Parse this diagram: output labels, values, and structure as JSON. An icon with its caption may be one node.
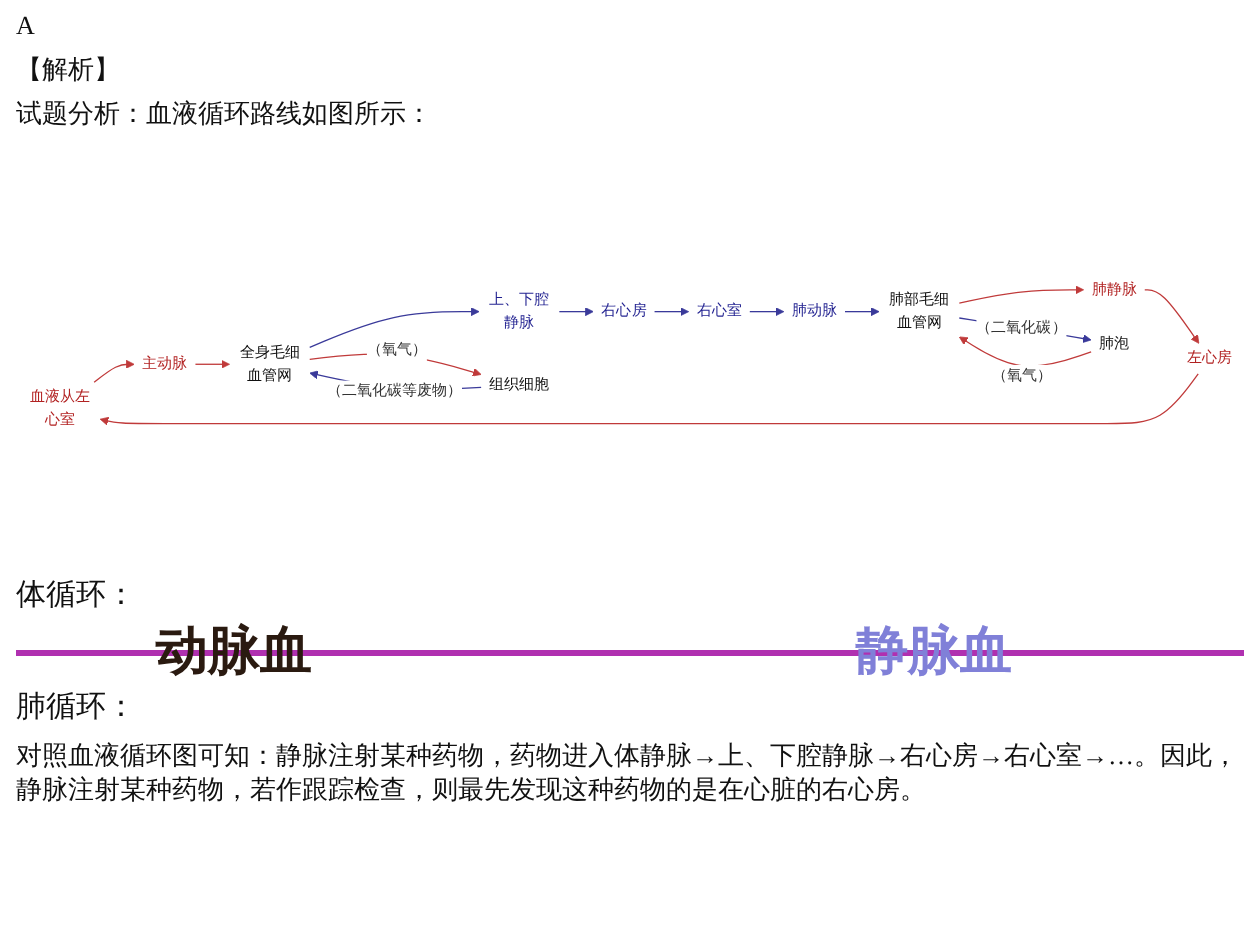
{
  "diagram": {
    "nodes": [
      {
        "text": [
          "组织细胞"
        ]
      },
      {
        "text": [
          "血液从左心室"
        ]
      },
      {
        "text": [
          "主动脉"
        ]
      },
      {
        "text": [
          "全身毛细血管网"
        ]
      },
      {
        "text": [
          "上、下腔静脉"
        ]
      },
      {
        "text": [
          "右心房"
        ]
      },
      {
        "text": [
          "左心房"
        ]
      },
      {
        "text": [
          "肺静脉"
        ]
      },
      {
        "text": [
          "肺部毛细血管网"
        ]
      },
      {
        "text": [
          "肺动脉"
        ]
      },
      {
        "text": [
          "右心室"
        ]
      },
      {
        "text": [
          "肺泡"
        ]
      }
    ],
    "edges": [
      {
        "from": 3,
        "to": 0,
        "arrow": "to",
        "label": "（氧气）",
        "color": "#c03a3a"
      },
      {
        "from": 0,
        "to": 3,
        "arrow": "to",
        "label": "（二氧化碳等废物）",
        "color": "#3a3a9a"
      },
      {
        "from": 1,
        "to": 2,
        "arrow": "to",
        "color": "#c03a3a"
      },
      {
        "from": 2,
        "to": 3,
        "arrow": "to",
        "color": "#c03a3a"
      },
      {
        "from": 3,
        "to": 4,
        "arrow": "to",
        "color": "#3a3a9a"
      },
      {
        "from": 4,
        "to": 5,
        "arrow": "to",
        "color": "#3a3a9a"
      },
      {
        "from": 5,
        "to": 10,
        "arrow": "to",
        "color": "#3a3a9a"
      },
      {
        "from": 6,
        "to": 1,
        "arrow": "to",
        "color": "#c03a3a"
      },
      {
        "from": 7,
        "to": 6,
        "arrow": "to",
        "color": "#c03a3a"
      },
      {
        "from": 8,
        "to": 7,
        "arrow": "to",
        "color": "#c03a3a"
      },
      {
        "from": 9,
        "to": 8,
        "arrow": "to",
        "color": "#3a3a9a"
      },
      {
        "from": 10,
        "to": 9,
        "arrow": "to",
        "color": "#3a3a9a"
      },
      {
        "from": 11,
        "to": 8,
        "arrow": "to",
        "label": "（氧气）",
        "color": "#c03a3a"
      },
      {
        "from": 8,
        "to": 11,
        "arrow": "to",
        "label": "（二氧化碳）",
        "color": "#3a3a9a"
      }
    ],
    "labels": [
      "A",
      "【解析】",
      "试题分析：血液循环路线如图所示：",
      "体循环：",
      "动脉血",
      "静脉血",
      "肺循环："
    ],
    "caption": "对照血液循环图可知：静脉注射某种药物，药物进入体静脉→上、下腔静脉→右心房→右心室→…。因此，静脉注射某种药物，若作跟踪检查，则最先发现这种药物的是在心脏的右心房。"
  }
}
